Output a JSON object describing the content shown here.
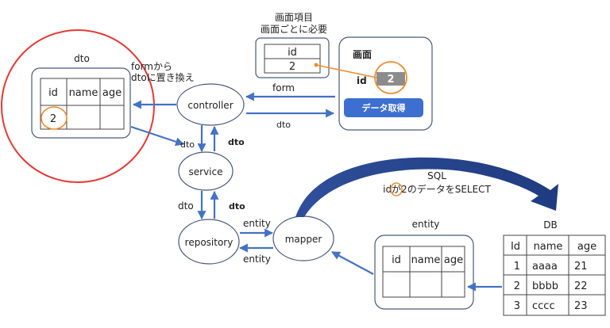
{
  "nodes": {
    "controller": "controller",
    "service": "service",
    "repository": "repository",
    "mapper": "mapper"
  },
  "dto_table": {
    "title": "dto",
    "headers": [
      "id",
      "name",
      "age"
    ],
    "row": [
      "2",
      "",
      ""
    ]
  },
  "form_note": {
    "line1": "formから",
    "line2": "dtoに置き換え"
  },
  "screen_items": {
    "title_line1": "画面項目",
    "title_line2": "画面ごとに必要",
    "header": "id",
    "value": "2"
  },
  "screen": {
    "title": "画面",
    "id_label": "id",
    "id_value": "2",
    "button": "データ取得"
  },
  "edges": {
    "form": "form",
    "dto_to_screen": "dto",
    "dto_down_1": "dto",
    "dto_up_1": "dto",
    "dto_down_2": "dto",
    "dto_up_2": "dto",
    "entity_right": "entity",
    "entity_left": "entity"
  },
  "sql": {
    "line1": "SQL",
    "line2": "idが2のデータをSELECT"
  },
  "entity_table": {
    "title": "entity",
    "headers": [
      "id",
      "name",
      "age"
    ]
  },
  "db_table": {
    "title": "DB",
    "headers": [
      "Id",
      "name",
      "age"
    ],
    "rows": [
      [
        "1",
        "aaaa",
        "21"
      ],
      [
        "2",
        "bbbb",
        "22"
      ],
      [
        "3",
        "cccc",
        "23"
      ]
    ]
  },
  "colors": {
    "arrow": "#4472c4",
    "highlight_circle_red": "#e53935",
    "highlight_circle_orange": "#f08a2c",
    "button_blue": "#3d6fd1",
    "value_gray": "#8c8c8c"
  }
}
